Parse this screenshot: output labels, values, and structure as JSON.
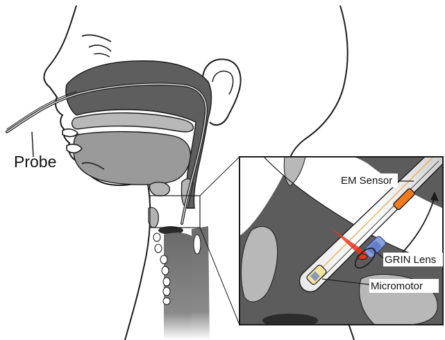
{
  "labels": {
    "probe": "Probe",
    "em_sensor": "EM Sensor",
    "grin_lens": "GRIN Lens",
    "micromotor": "Micromotor"
  },
  "colors": {
    "tissue_dark": "#5c5c5c",
    "tissue_mid": "#7a7a7a",
    "tissue_light": "#b4b4b4",
    "outline": "#1a1a1a",
    "em_sensor": "#f07c1e",
    "laser": "#e8361c",
    "lens_blue": "#5a78c8",
    "motor_yellow": "#f0d070"
  }
}
